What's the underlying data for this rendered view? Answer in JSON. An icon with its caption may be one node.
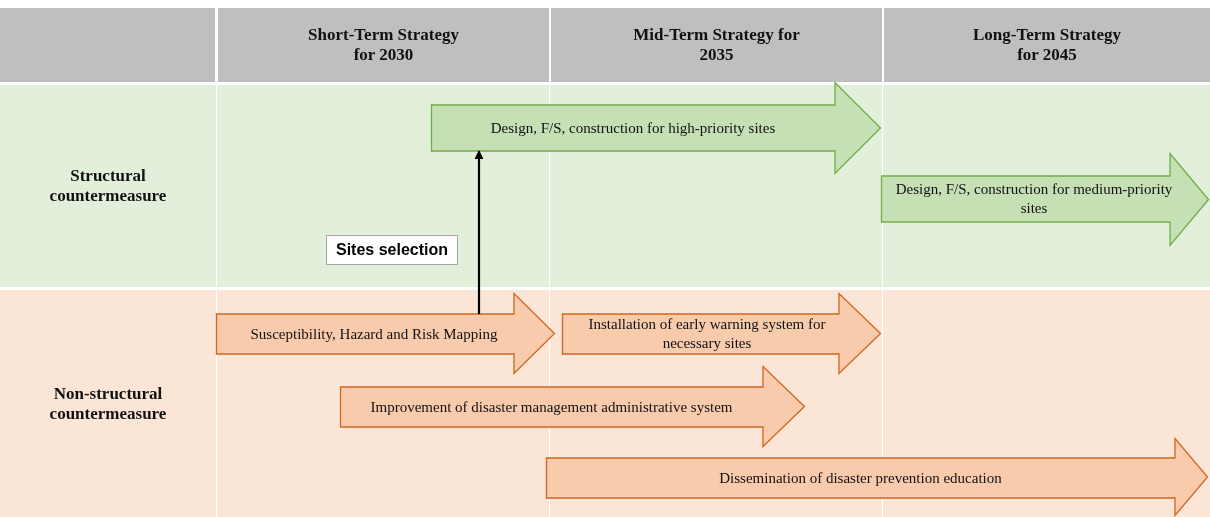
{
  "diagram": {
    "nodes": [
      {
        "text": [
          "Structural countermeasure"
        ]
      },
      {
        "text": [
          "Design, F/S, construction for high-priority sites"
        ],
        "in": 0
      },
      {
        "text": [
          "Design, F/S, construction for medium-priority sites"
        ],
        "in": 0
      },
      {
        "text": [
          "Non-structural countermeasure"
        ]
      },
      {
        "text": [
          "Susceptibility, Hazard and Risk Mapping"
        ],
        "in": 3
      },
      {
        "text": [
          "Installation of early warning system for necessary sites"
        ],
        "in": 3
      },
      {
        "text": [
          "Improvement of disaster management administrative system"
        ],
        "in": 3
      },
      {
        "text": [
          "Dissemination of disaster prevention education"
        ],
        "in": 3
      }
    ],
    "edges": [
      {
        "from": 4,
        "to": 1,
        "arrow": "to",
        "label": "Sites selection"
      }
    ],
    "labels": [
      "Short-Term Strategy for 2030",
      "Mid-Term Strategy for 2035",
      "Long-Term Strategy for 2045"
    ]
  }
}
